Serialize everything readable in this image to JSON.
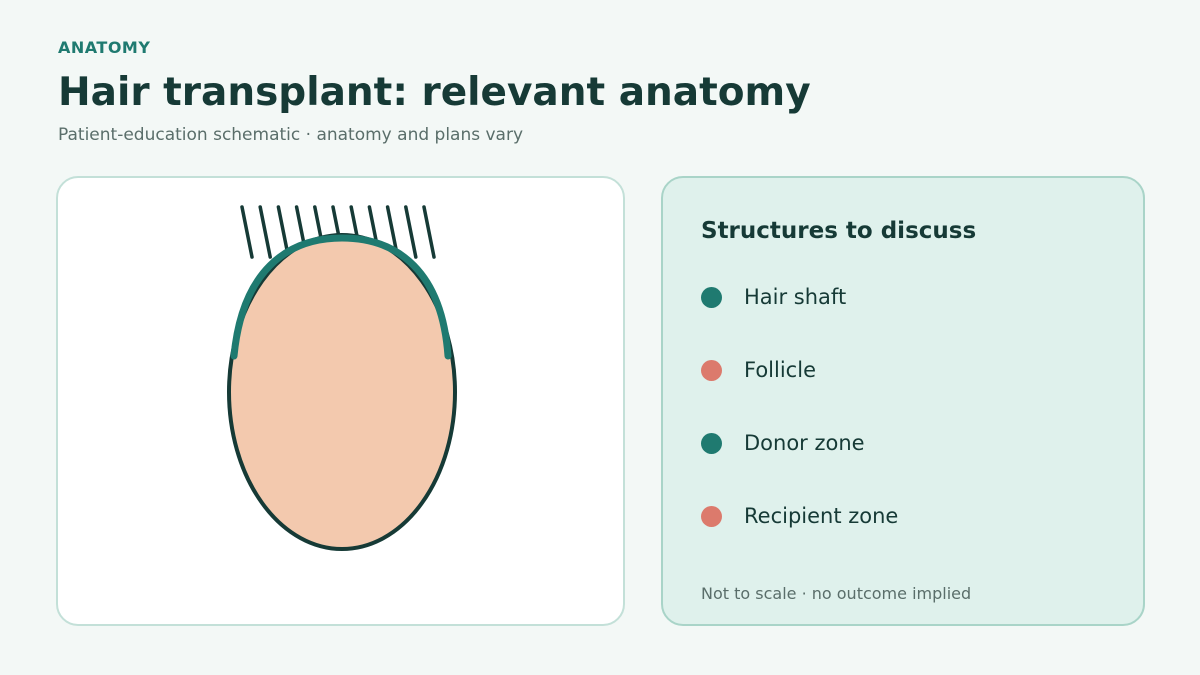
{
  "header": {
    "eyebrow": "ANATOMY",
    "title": "Hair transplant: relevant anatomy",
    "subtitle": "Patient-education schematic · anatomy and plans vary"
  },
  "diagram": {
    "hair_strand_count": 11
  },
  "legend": {
    "title": "Structures to discuss",
    "items": [
      {
        "label": "Hair shaft",
        "color": "#1f7a70"
      },
      {
        "label": "Follicle",
        "color": "#dc7a6c"
      },
      {
        "label": "Donor zone",
        "color": "#1f7a70"
      },
      {
        "label": "Recipient zone",
        "color": "#dc7a6c"
      }
    ],
    "footnote": "Not to scale · no outcome implied"
  },
  "colors": {
    "accent": "#1f7a70",
    "skin": "#f3c9ae",
    "outline": "#163a36",
    "follicle": "#dc7a6c",
    "background": "#f3f8f6"
  }
}
